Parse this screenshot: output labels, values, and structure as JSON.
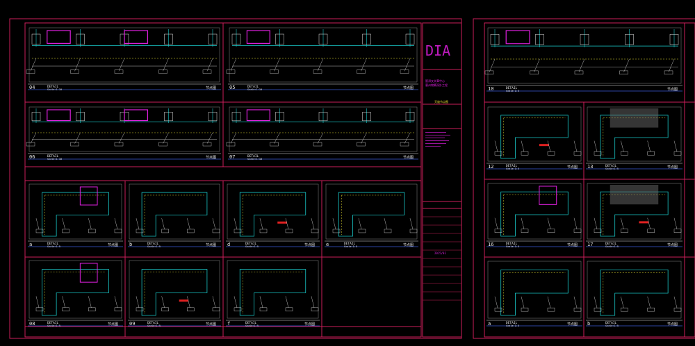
{
  "logo": {
    "text": "DIA"
  },
  "title_block": {
    "line1": "筐湃叉文華中心",
    "line2": "塞州物築深計工程",
    "sheet_title": "天遮节点图",
    "date": "2015/01"
  },
  "colors": {
    "frame": "#cc1e5a",
    "magenta": "#e020e0",
    "cyan": "#19c8c8",
    "yellow": "#e8e030",
    "white": "#e8e8e8",
    "green": "#30d040",
    "red": "#e02020",
    "blue": "#3a5ad8",
    "gray": "#6a6a6a"
  },
  "panels": [
    {
      "num": "04",
      "scale": "DETAIL",
      "scale2": "Scale:1:10",
      "tag": "节点图"
    },
    {
      "num": "05",
      "scale": "DETAIL",
      "scale2": "Scale:1:10",
      "tag": "节点图"
    },
    {
      "num": "06",
      "scale": "DETAIL",
      "scale2": "Scale:1:10",
      "tag": "节点图"
    },
    {
      "num": "07",
      "scale": "DETAIL",
      "scale2": "Scale:1:10",
      "tag": "节点图"
    },
    {
      "num": "a",
      "scale": "DETAIL",
      "scale2": "Scale:1:5",
      "tag": "节点图"
    },
    {
      "num": "b",
      "scale": "DETAIL",
      "scale2": "Scale:1:5",
      "tag": "节点图"
    },
    {
      "num": "d",
      "scale": "DETAIL",
      "scale2": "Scale:1:5",
      "tag": "节点图"
    },
    {
      "num": "e",
      "scale": "DETAIL",
      "scale2": "Scale:1:5",
      "tag": "节点图"
    },
    {
      "num": "08",
      "scale": "DETAIL",
      "scale2": "Scale:1:5",
      "tag": "节点图"
    },
    {
      "num": "09",
      "scale": "DETAIL",
      "scale2": "Scale:1:5",
      "tag": "节点图"
    },
    {
      "num": "f",
      "scale": "DETAIL",
      "scale2": "Scale:1:5",
      "tag": "节点图"
    },
    {
      "num": "10",
      "scale": "DETAIL",
      "scale2": "Scale:1:5",
      "tag": "节点图"
    },
    {
      "num": "12",
      "scale": "DETAIL",
      "scale2": "Scale:1:5",
      "tag": "节点图"
    },
    {
      "num": "13",
      "scale": "DETAIL",
      "scale2": "Scale:1:5",
      "tag": "节点图"
    },
    {
      "num": "16",
      "scale": "DETAIL",
      "scale2": "Scale:1:5",
      "tag": "节点图"
    },
    {
      "num": "17",
      "scale": "DETAIL",
      "scale2": "Scale:1:5",
      "tag": "节点图"
    },
    {
      "num": "a",
      "scale": "DETAIL",
      "scale2": "Scale:1:5",
      "tag": "节点图"
    },
    {
      "num": "b",
      "scale": "DETAIL",
      "scale2": "Scale:1:5",
      "tag": "节点图"
    }
  ]
}
